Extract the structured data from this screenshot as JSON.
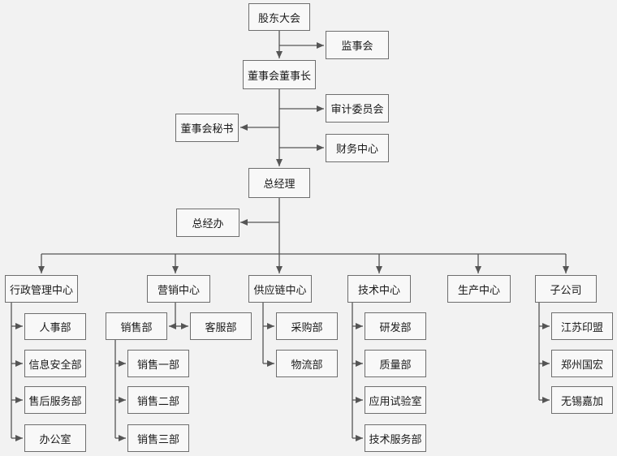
{
  "org": {
    "shareholders": "股东大会",
    "supervisory": "监事会",
    "chairman": "董事会董事长",
    "audit": "审计委员会",
    "secretary": "董事会秘书",
    "finance": "财务中心",
    "gm": "总经理",
    "gm_office": "总经办",
    "admin": "行政管理中心",
    "admin_hr": "人事部",
    "admin_infosec": "信息安全部",
    "admin_aftersales": "售后服务部",
    "admin_office": "办公室",
    "marketing": "营销中心",
    "sales": "销售部",
    "customer_service": "客服部",
    "sales_1": "销售一部",
    "sales_2": "销售二部",
    "sales_3": "销售三部",
    "supply": "供应链中心",
    "procurement": "采购部",
    "logistics": "物流部",
    "tech": "技术中心",
    "tech_rd": "研发部",
    "tech_quality": "质量部",
    "tech_lab": "应用试验室",
    "tech_service": "技术服务部",
    "production": "生产中心",
    "subsidiaries": "子公司",
    "sub_jiangsu": "江苏印盟",
    "sub_zhengzhou": "郑州国宏",
    "sub_wuxi": "无锡嘉加"
  }
}
